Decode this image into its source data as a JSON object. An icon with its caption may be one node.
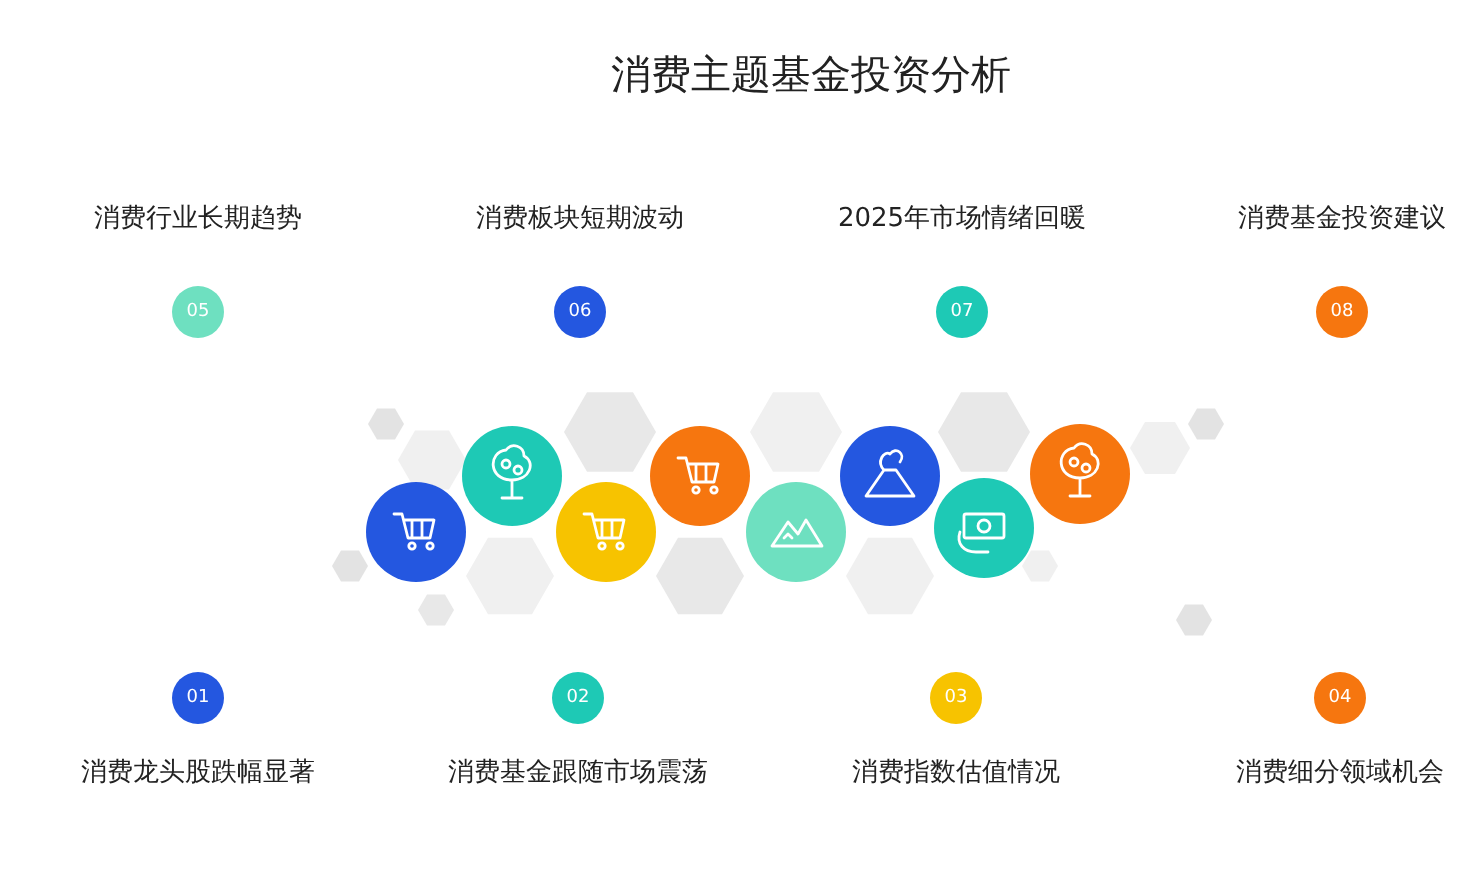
{
  "diagram": {
    "title": "消费主题基金投资分析",
    "nodes": [
      {
        "text": [
          "05"
        ],
        "beside": [
          "消费行业长期趋势"
        ]
      },
      {
        "text": [
          "06"
        ],
        "beside": [
          "消费板块短期波动"
        ]
      },
      {
        "text": [
          "07"
        ],
        "beside": [
          "2025年市场情绪回暖"
        ]
      },
      {
        "text": [
          "08"
        ],
        "beside": [
          "消费基金投资建议"
        ]
      },
      {
        "text": [
          "01"
        ],
        "beside": [
          "消费龙头股跌幅显著"
        ]
      },
      {
        "text": [
          "02"
        ],
        "beside": [
          "消费基金跟随市场震荡"
        ]
      },
      {
        "text": [
          "03"
        ],
        "beside": [
          "消费指数估值情况"
        ]
      },
      {
        "text": [
          "04"
        ],
        "beside": [
          "消费细分领域机会"
        ]
      }
    ]
  }
}
